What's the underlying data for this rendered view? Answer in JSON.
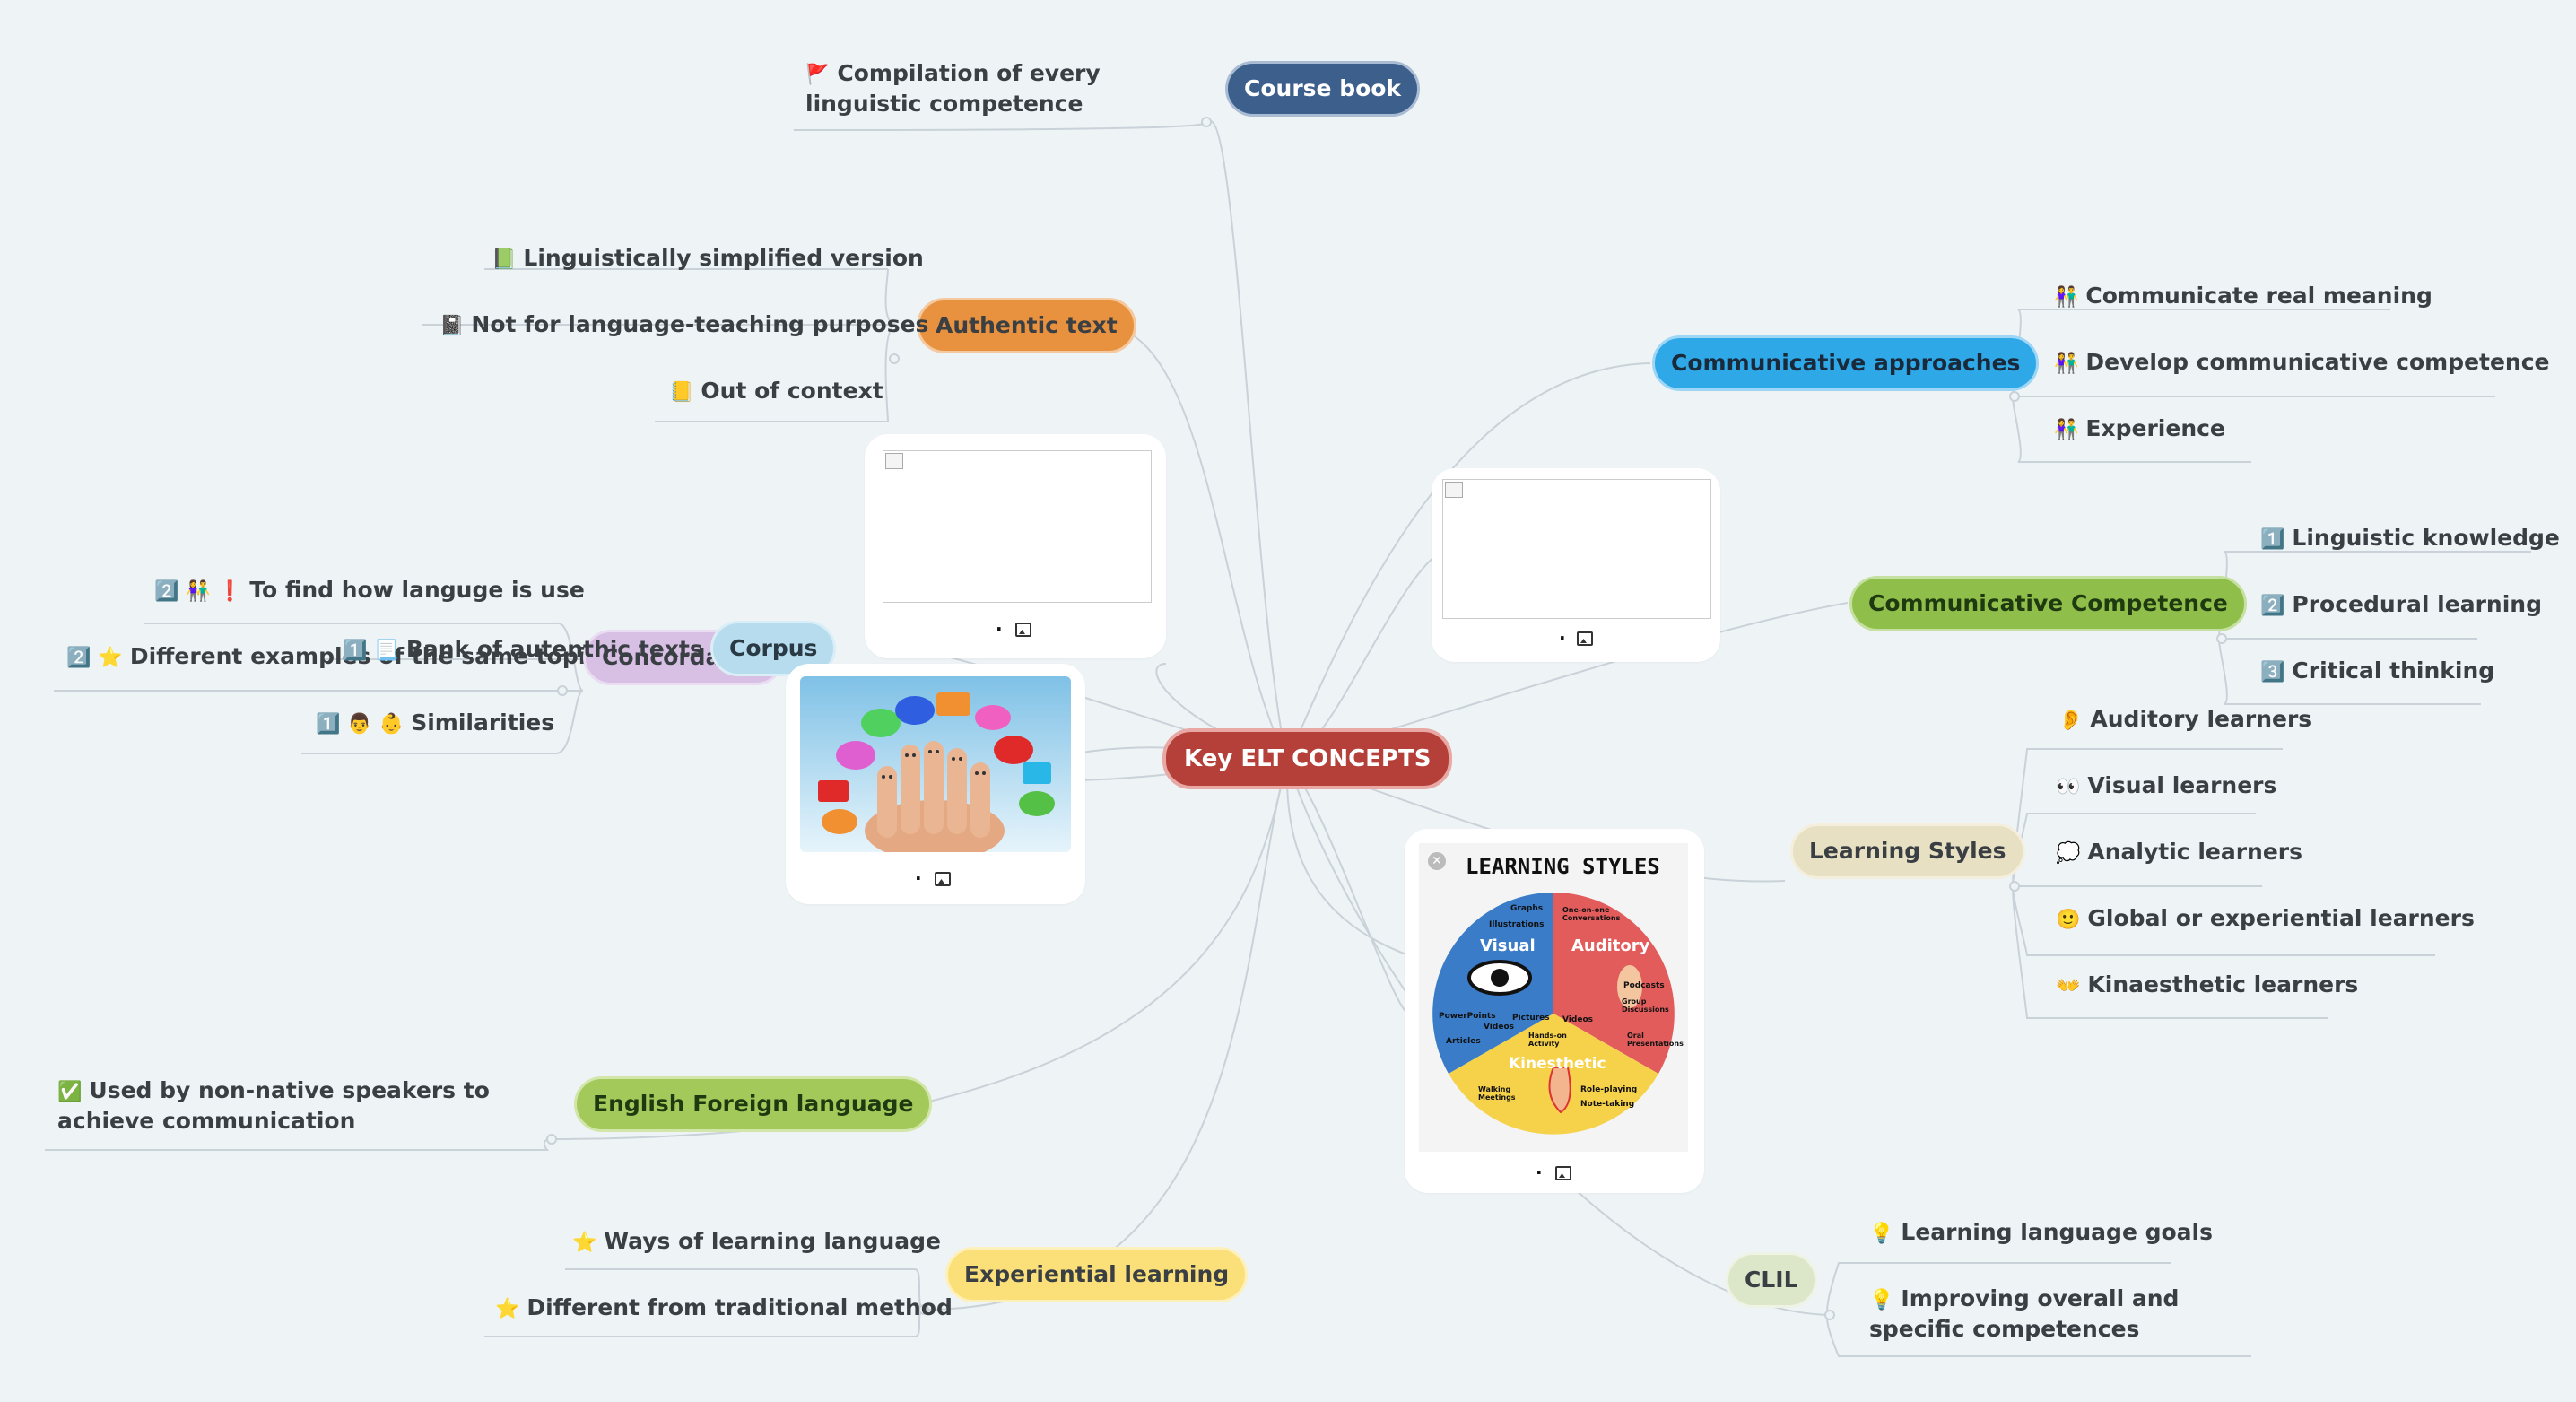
{
  "mindmap": {
    "central": "Key ELT CONCEPTS",
    "branches": {
      "coursebook": {
        "label": "Course book",
        "color": "#3d5f8c",
        "leaves": [
          "Compilation of every linguistic competence"
        ],
        "icons": [
          "flag-icon"
        ]
      },
      "authentic": {
        "label": "Authentic text",
        "color": "#e8923f",
        "leaves": [
          "Linguistically simplified version",
          "Not for language-teaching purposes",
          "Out of context"
        ],
        "icons": [
          "green-book-icon",
          "grey-book-icon",
          "yellow-note-icon"
        ]
      },
      "communicative_approaches": {
        "label": "Communicative approaches",
        "color": "#2fa8e8",
        "leaves": [
          "Communicate real meaning",
          "Develop communicative competence",
          "Experience"
        ],
        "icons": [
          "people-icon",
          "people-icon",
          "people-icon"
        ]
      },
      "communicative_competence": {
        "label": "Communicative Competence",
        "color": "#8fbf4a",
        "leaves": [
          "Linguistic knowledge",
          "Procedural learning",
          "Critical thinking"
        ],
        "icons": [
          "number-1-icon",
          "number-2-icon",
          "number-3-icon"
        ]
      },
      "corpus": {
        "label": "Corpus",
        "color": "#b7dcee",
        "leaves": [
          "Bank of autenthic texts"
        ]
      },
      "concordance": {
        "label": "Concordance",
        "color": "#d7c0e4",
        "leaves": [
          "To find how languge is use",
          "Different examples of the same topic",
          "Similarities"
        ]
      },
      "learning_styles": {
        "label": "Learning Styles",
        "color": "#e8e0c2",
        "leaves": [
          "Auditory learners",
          "Visual learners",
          "Analytic learners",
          "Global or experiential learners",
          "Kinaesthetic learners"
        ],
        "icons": [
          "ear-icon",
          "eyes-icon",
          "thought-bubble-icon",
          "face-icon",
          "hands-icon"
        ]
      },
      "efl": {
        "label": "English Foreign language",
        "color": "#a3c95a",
        "leaves": [
          "Used by non-native speakers to achieve communication"
        ],
        "icons": [
          "checkmark-icon"
        ]
      },
      "experiential": {
        "label": "Experiential learning",
        "color": "#fbe07a",
        "leaves": [
          "Ways of learning language",
          "Different from traditional method"
        ],
        "icons": [
          "star-icon",
          "star-icon"
        ]
      },
      "clil": {
        "label": "CLIL",
        "color": "#dce6c8",
        "leaves": [
          "Learning language goals",
          "Improving overall and specific competences"
        ],
        "icons": [
          "lightbulb-icon",
          "lightbulb-icon"
        ]
      }
    },
    "learning_styles_image": {
      "title": "LEARNING STYLES",
      "visual": "Visual",
      "auditory": "Auditory",
      "kinesthetic": "Kinesthetic",
      "items_visual": [
        "Graphs",
        "Illustrations",
        "PowerPoints",
        "Videos",
        "Articles",
        "Pictures"
      ],
      "items_auditory": [
        "One-on-one Conversations",
        "Podcasts",
        "Group Discussions",
        "Videos",
        "Oral Presentations"
      ],
      "items_kinesthetic": [
        "Hands-on Activity",
        "Walking Meetings",
        "Role-playing",
        "Note-taking"
      ]
    },
    "card_caption": "."
  }
}
